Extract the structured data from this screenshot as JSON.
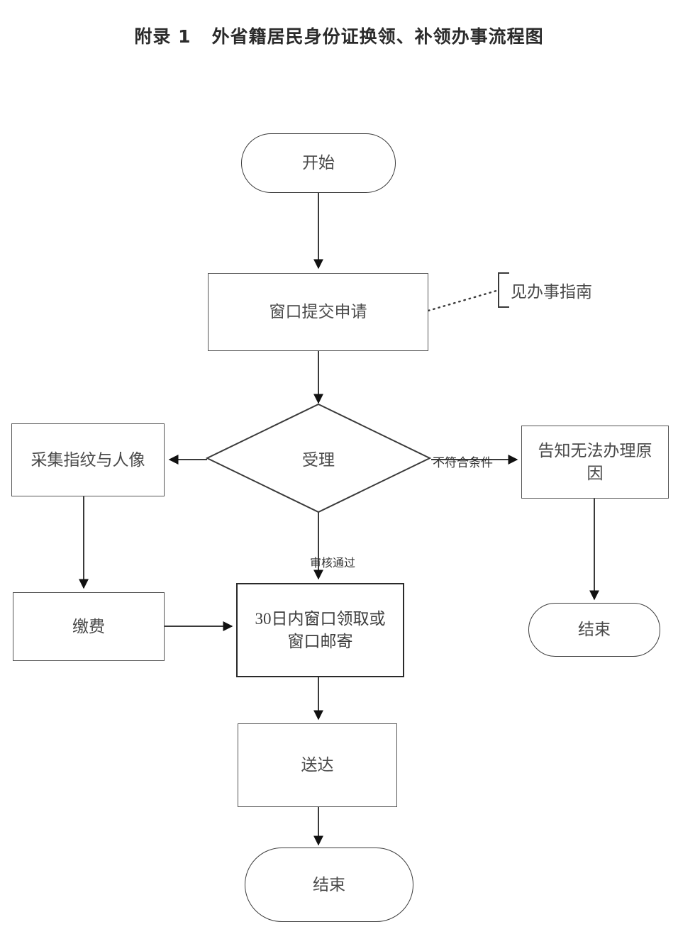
{
  "document": {
    "title": "附录 1   外省籍居民身份证换领、补领办事流程图"
  },
  "flowchart": {
    "type": "flowchart",
    "nodes": [
      {
        "id": "start",
        "label": "开始",
        "shape": "terminator"
      },
      {
        "id": "submit",
        "label": "窗口提交申请",
        "shape": "process"
      },
      {
        "id": "accept",
        "label": "受理",
        "shape": "decision"
      },
      {
        "id": "collect",
        "label": "采集指纹与人像",
        "shape": "process"
      },
      {
        "id": "inform",
        "label": "告知无法办理原因",
        "shape": "process"
      },
      {
        "id": "pay",
        "label": "缴费",
        "shape": "process"
      },
      {
        "id": "pickup_line1",
        "label": "30日内窗口领取或",
        "shape": "process"
      },
      {
        "id": "pickup_line2",
        "label": "窗口邮寄",
        "shape": "process"
      },
      {
        "id": "deliver",
        "label": "送达",
        "shape": "process"
      },
      {
        "id": "end_main",
        "label": "结束",
        "shape": "terminator"
      },
      {
        "id": "end_reject",
        "label": "结束",
        "shape": "terminator"
      }
    ],
    "edge_labels": {
      "not_qualified": "不符合条件",
      "review_passed": "审核通过"
    },
    "annotation": {
      "text": "见办事指南"
    },
    "colors": {
      "stroke": "#3a3a3a",
      "stroke_light": "#555555",
      "text": "#4a4a4a",
      "background": "#ffffff"
    }
  }
}
